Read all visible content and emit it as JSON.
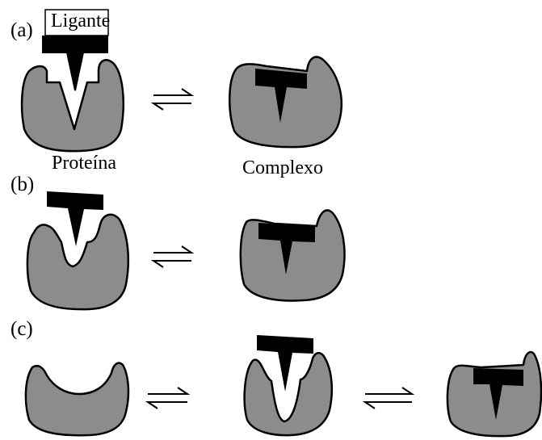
{
  "panels": [
    {
      "label": "(a)"
    },
    {
      "label": "(b)"
    },
    {
      "label": "(c)"
    }
  ],
  "labels": {
    "ligand": "Ligante",
    "protein": "Proteína",
    "complex": "Complexo"
  },
  "colors": {
    "protein_fill": "#8c8c8c",
    "ligand_fill": "#000000",
    "outline": "#000000",
    "background": "#ffffff"
  },
  "icons": {
    "equilibrium": "equilibrium-harpoon-arrows-icon"
  }
}
